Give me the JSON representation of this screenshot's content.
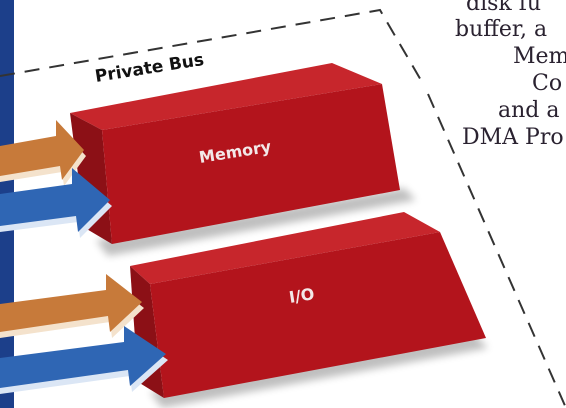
{
  "diagram": {
    "bus_label": "Private Bus",
    "blocks": [
      {
        "id": "memory",
        "label": "Memory"
      },
      {
        "id": "io",
        "label": "I/O"
      }
    ],
    "colors": {
      "block_front": "#b3141c",
      "block_top": "#c7262c",
      "block_side": "#7e0c12",
      "arrow_orange": "#c77a3a",
      "arrow_blue": "#2f66b4",
      "left_band": "#1c3f8a",
      "dashed_line": "#333333"
    }
  },
  "text_fragment": {
    "lines": [
      "disk fu",
      "buffer, a",
      "Mem",
      "Co",
      "and a",
      "DMA Pro"
    ]
  }
}
